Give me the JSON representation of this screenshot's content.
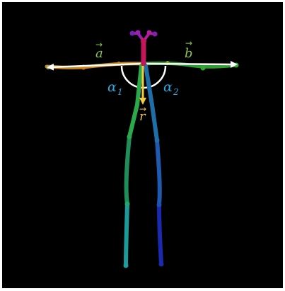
{
  "labels": {
    "a": {
      "text": "a",
      "arrow": "→",
      "color": "#8bc34a"
    },
    "b": {
      "text": "b",
      "arrow": "→",
      "color": "#8bc34a"
    },
    "r": {
      "text": "r",
      "arrow": "→",
      "color": "#e6c24a"
    },
    "alpha1": {
      "text": "α",
      "sub": "1",
      "color": "#2aa8e0"
    },
    "alpha2": {
      "text": "α",
      "sub": "2",
      "color": "#2aa8e0"
    }
  },
  "colors": {
    "background": "#000000",
    "frame": "#ffffff",
    "vector_arrows": "#ffffff",
    "r_arrow": "#f5c842",
    "angle_arc": "#ffffff",
    "head_joints": "#9b1fb5",
    "neck": "#c2185b",
    "left_arm": "#c8871a",
    "right_arm": "#2e9e2e",
    "left_thigh": "#2aa84a",
    "left_shin": "#1a9a9a",
    "right_thigh": "#1e6fa8",
    "right_shin": "#1a2ab0"
  }
}
